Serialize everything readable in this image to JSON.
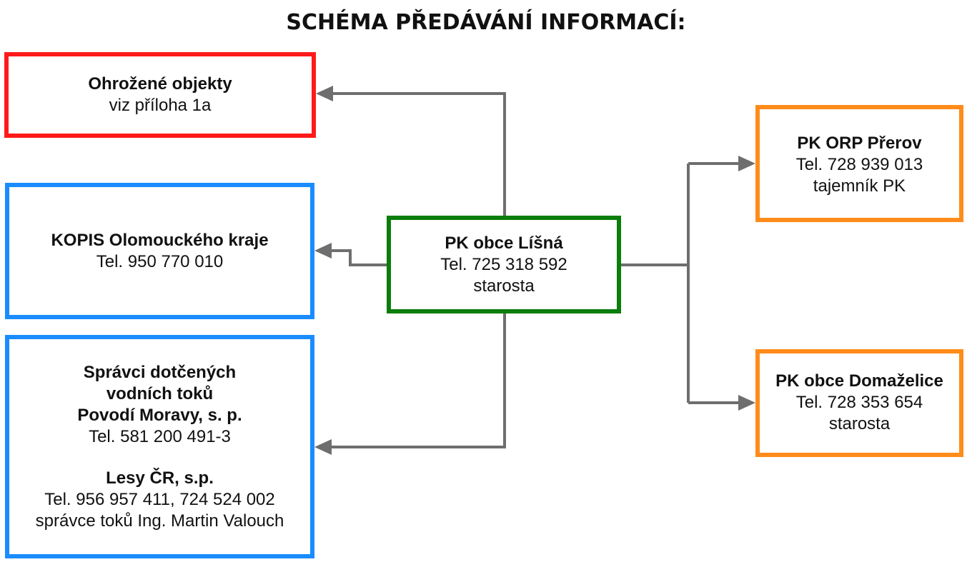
{
  "title": "SCHÉMA PŘEDÁVÁNÍ INFORMACÍ:",
  "colors": {
    "red": "#ff1a1a",
    "blue": "#1a8cff",
    "green": "#0a7d0a",
    "orange": "#ff8c1a",
    "connector": "#6e6e6e"
  },
  "nodes": {
    "center": {
      "name": "PK obce Líšná",
      "phone": "Tel. 725 318 592",
      "role": "starosta"
    },
    "threatened": {
      "name": "Ohrožené objekty",
      "note": "viz příloha 1a"
    },
    "kopis": {
      "name": "KOPIS Olomouckého kraje",
      "phone": "Tel. 950 770 010"
    },
    "managers": {
      "line1": "Správci dotčených",
      "line2": "vodních toků",
      "line3": "Povodí Moravy, s. p.",
      "phone": "Tel. 581 200 491-3",
      "forest_name": "Lesy ČR, s.p.",
      "forest_phone": "Tel. 956 957 411, 724 524 002",
      "forest_contact": "správce toků Ing. Martin Valouch"
    },
    "orp": {
      "name": "PK ORP Přerov",
      "phone": "Tel. 728 939 013",
      "role": "tajemník PK"
    },
    "domazelice": {
      "name": "PK obce Domaželice",
      "phone": "Tel. 728 353 654",
      "role": "starosta"
    }
  }
}
